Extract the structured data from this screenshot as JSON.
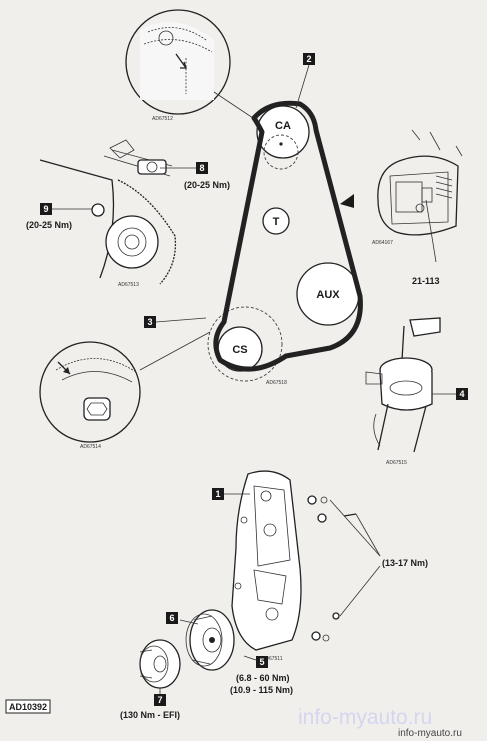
{
  "diagram_ref": "AD10392",
  "pulleys": {
    "camshaft": "CA",
    "tensioner": "T",
    "auxiliary": "AUX",
    "crankshaft": "CS"
  },
  "callouts": [
    {
      "num": "1"
    },
    {
      "num": "2"
    },
    {
      "num": "3"
    },
    {
      "num": "4"
    },
    {
      "num": "5",
      "torque_lines": [
        "(6.8 - 60 Nm)",
        "(10.9 - 115 Nm)"
      ]
    },
    {
      "num": "6"
    },
    {
      "num": "7",
      "torque_lines": [
        "(130 Nm - EFI)"
      ]
    },
    {
      "num": "8",
      "torque_lines": [
        "(20-25 Nm)"
      ]
    },
    {
      "num": "9",
      "torque_lines": [
        "(20-25 Nm)"
      ]
    }
  ],
  "cover_bolts_torque": "(13-17 Nm)",
  "tool_number": "21-113",
  "sub_figure_refs": {
    "camshaft_detail": "AD67512",
    "tensioner_detail": "AD67513",
    "crank_sprocket_detail": "AD67514",
    "cam_timing_detail": "AD64167",
    "belt_routing": "AD67518",
    "tensioner_assembly": "AD67515",
    "timing_cover": "AD67511"
  },
  "watermarks": {
    "large": "info-myauto.ru",
    "small": "info-myauto.ru"
  },
  "colors": {
    "background": "#f1efec",
    "callout_box": "#1a1a1a",
    "line_art": "#222222"
  }
}
